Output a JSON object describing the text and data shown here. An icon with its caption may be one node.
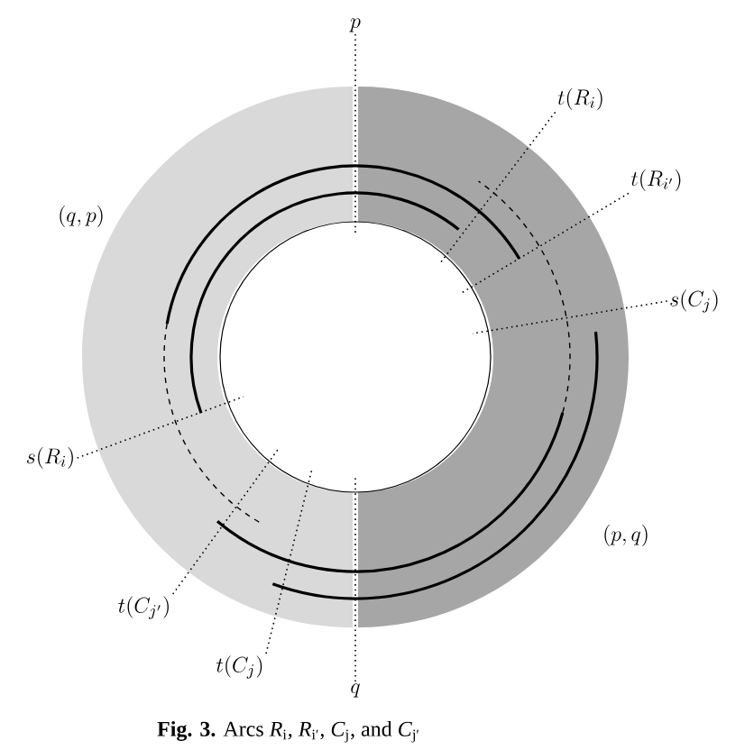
{
  "diagram": {
    "caption": "**Fig. 3.** Arcs *R*$_{i}$, *R*$_{i′}$, *C*$_{j}$, and *C*$_{j′}$",
    "nodes": [
      {
        "text": [
          "p"
        ]
      },
      {
        "text": [
          "q"
        ]
      },
      {
        "text": [
          "t(R_i)"
        ]
      },
      {
        "text": [
          "t(R_{i'})"
        ]
      },
      {
        "text": [
          "s(C_j)"
        ]
      },
      {
        "text": [
          "s(R_i)"
        ]
      },
      {
        "text": [
          "t(C_{j'})"
        ]
      },
      {
        "text": [
          "t(C_j)"
        ]
      }
    ],
    "edges": [
      {
        "from": 0,
        "to": null,
        "arrow": "none"
      },
      {
        "from": 1,
        "to": null,
        "arrow": "none"
      },
      {
        "from": 2,
        "to": null,
        "arrow": "none"
      },
      {
        "from": 3,
        "to": null,
        "arrow": "none"
      },
      {
        "from": 4,
        "to": null,
        "arrow": "none"
      },
      {
        "from": 5,
        "to": null,
        "arrow": "none"
      },
      {
        "from": 6,
        "to": null,
        "arrow": "none"
      },
      {
        "from": 7,
        "to": null,
        "arrow": "none"
      }
    ],
    "labels": [
      "(q,p)",
      "(p,q)"
    ]
  }
}
